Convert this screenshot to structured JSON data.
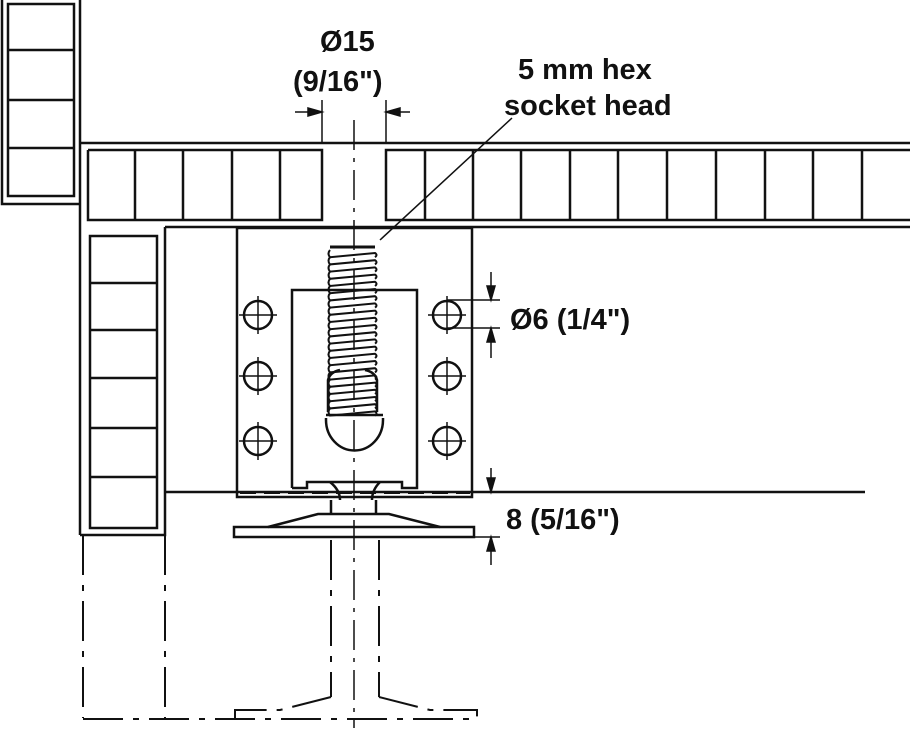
{
  "title": "Leveling foot mounting diagram",
  "labels": {
    "drill_diameter": "Ø15",
    "drill_diameter_inch": "(9/16\")",
    "hex_socket_line1": "5 mm hex",
    "hex_socket_line2": "socket head",
    "screw_hole": "Ø6 (1/4\")",
    "height_offset": "8 (5/16\")"
  },
  "colors": {
    "line": "#111111",
    "background": "#ffffff"
  }
}
